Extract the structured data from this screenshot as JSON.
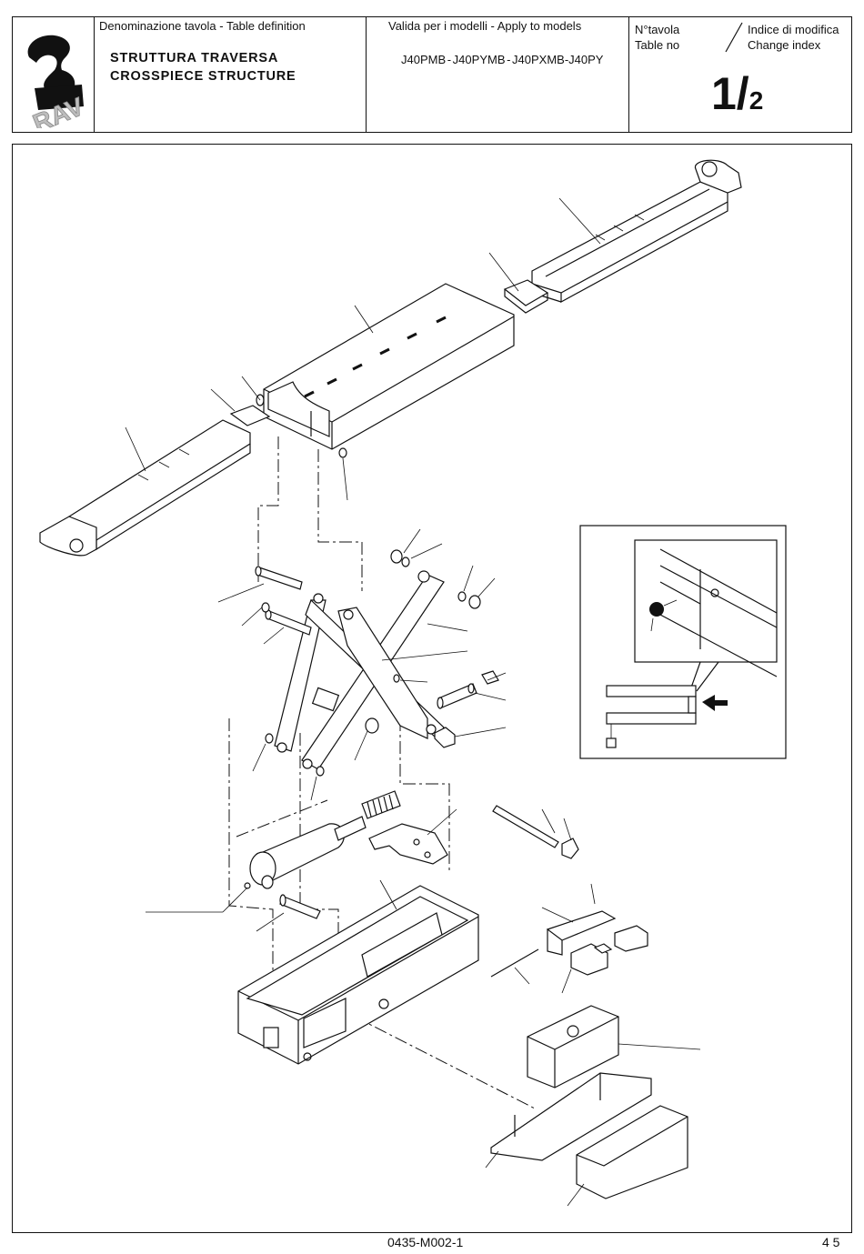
{
  "header": {
    "table_def_label": "Denominazione tavola - Table definition",
    "title_it": "STRUTTURA TRAVERSA",
    "title_en": "CROSSPIECE STRUCTURE",
    "models_label": "Valida per i modelli - Apply to models",
    "models": "J40PMB - J40PYMB - J40PXMB-J40PY",
    "table_no_label_it": "N°tavola",
    "table_no_label_en": "Table no",
    "change_label_it": "Indice di modifica",
    "change_label_en": "Change index",
    "sheet_main": "1/",
    "sheet_sub": "2",
    "logo_text": "RAV"
  },
  "footer": {
    "drawing_code": "0435-M002-1",
    "page_number": "4 5"
  }
}
